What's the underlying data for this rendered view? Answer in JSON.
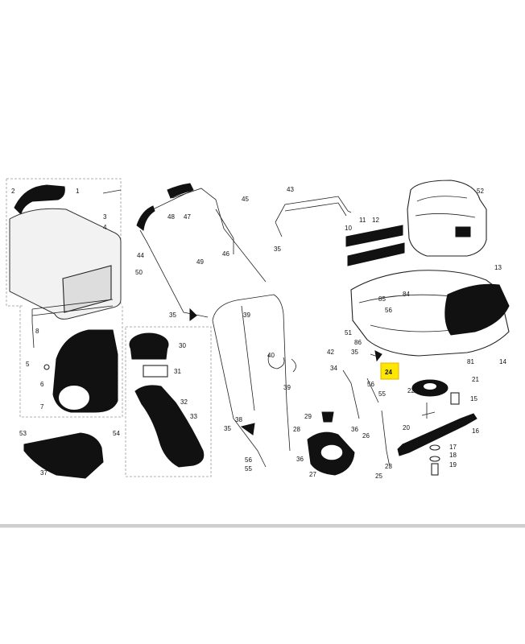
{
  "labels": {
    "l1": "1",
    "l2": "2",
    "l3": "3",
    "l4": "4",
    "l5": "5",
    "l6": "6",
    "l7": "7",
    "l8": "8",
    "l10": "10",
    "l11": "11",
    "l12": "12",
    "l13": "13",
    "l14": "14",
    "l15": "15",
    "l16": "16",
    "l17": "17",
    "l18": "18",
    "l19": "19",
    "l20": "20",
    "l21": "21",
    "l22": "22",
    "l23": "23",
    "l24": "24",
    "l25": "25",
    "l26": "26",
    "l27": "27",
    "l28": "28",
    "l29": "29",
    "l30": "30",
    "l31": "31",
    "l32": "32",
    "l33": "33",
    "l34": "34",
    "l35a": "35",
    "l35b": "35",
    "l35c": "35",
    "l35d": "35",
    "l36a": "36",
    "l36b": "36",
    "l37": "37",
    "l38": "38",
    "l39a": "39",
    "l39b": "39",
    "l40": "40",
    "l42": "42",
    "l43": "43",
    "l44": "44",
    "l45": "45",
    "l46": "46",
    "l47": "47",
    "l48": "48",
    "l49": "49",
    "l50": "50",
    "l51": "51",
    "l52": "52",
    "l53": "53",
    "l54": "54",
    "l55": "55",
    "l56a": "56",
    "l56b": "56",
    "l81": "81",
    "l84": "84",
    "l85": "85",
    "l86": "86"
  },
  "highlight": {
    "label": "24",
    "color": "#fde600"
  }
}
